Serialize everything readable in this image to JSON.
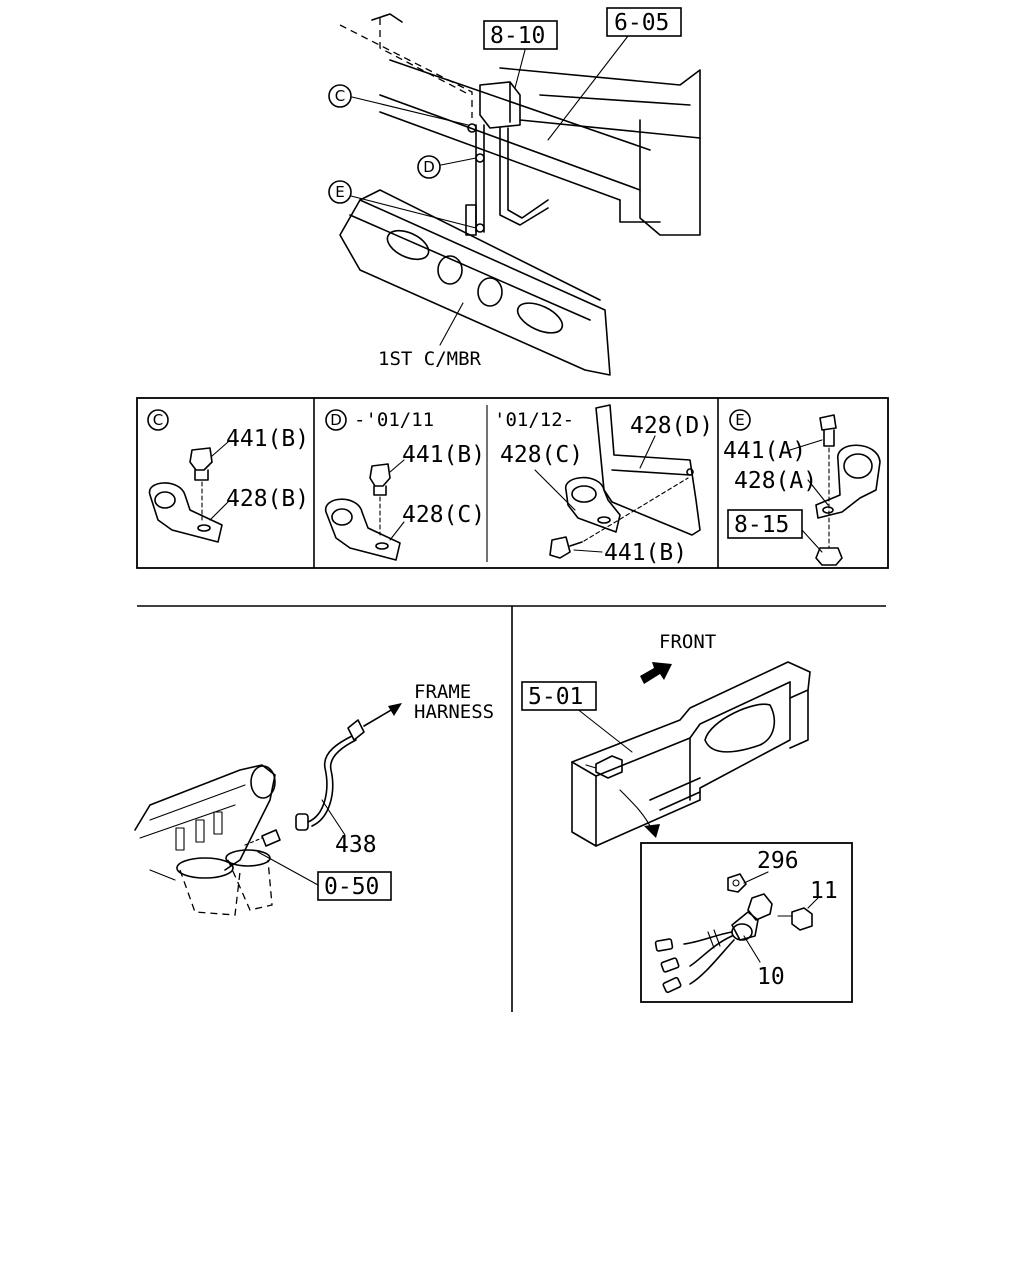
{
  "top_view": {
    "ref_8_10": "8-10",
    "ref_6_05": "6-05",
    "callout_c": "C",
    "callout_d": "D",
    "callout_e": "E",
    "member_label": "1ST C/MBR"
  },
  "detail_c": {
    "marker": "C",
    "bolt_label": "441(B)",
    "clip_label": "428(B)"
  },
  "detail_d_early": {
    "marker": "D",
    "range": "-'01/11",
    "bolt_label": "441(B)",
    "clip_label": "428(C)"
  },
  "detail_d_late": {
    "range": "'01/12-",
    "clip_label": "428(C)",
    "bracket_label": "428(D)",
    "bolt_label": "441(B)"
  },
  "detail_e": {
    "marker": "E",
    "bolt_label": "441(A)",
    "clip_label": "428(A)",
    "ref_8_15": "8-15"
  },
  "bottom_left": {
    "harness_line1": "FRAME",
    "harness_line2": "HARNESS",
    "part_438": "438",
    "ref_0_50": "0-50"
  },
  "bottom_right": {
    "front_label": "FRONT",
    "ref_5_01": "5-01",
    "part_296": "296",
    "part_11": "11",
    "part_10": "10"
  }
}
